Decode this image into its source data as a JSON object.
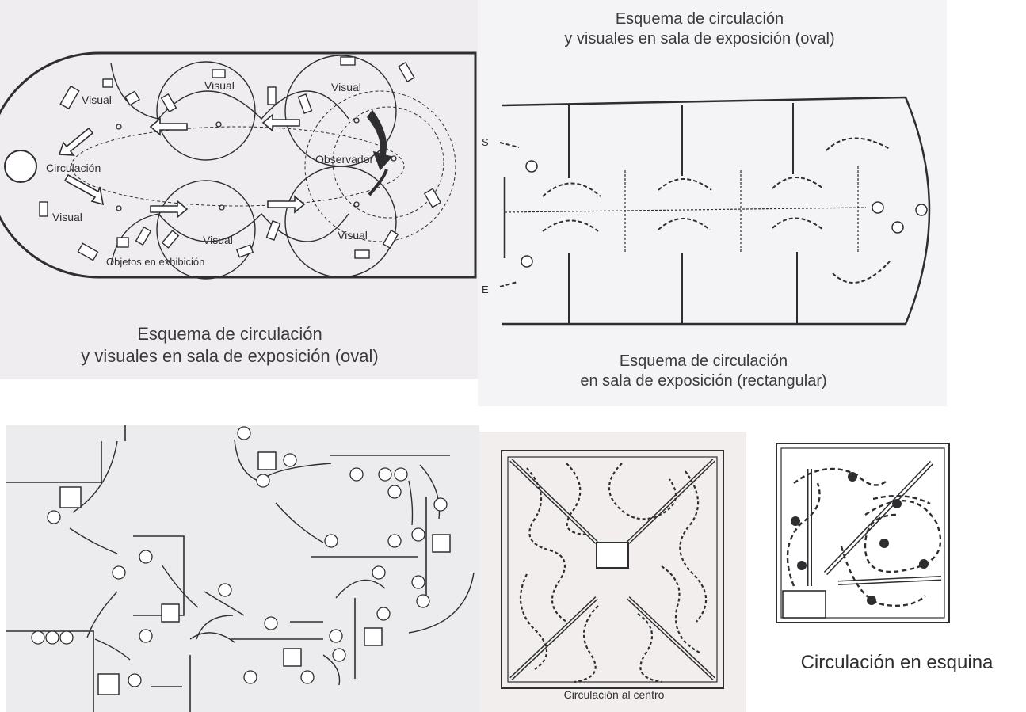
{
  "oval": {
    "labels": {
      "visual": "Visual",
      "circulacion": "Circulación",
      "observador": "Observador",
      "objetos": "Objetos en exhibición"
    },
    "caption_line1": "Esquema de circulación",
    "caption_line2": "y visuales en sala de exposición (oval)"
  },
  "rect": {
    "top_caption_line1": "Esquema de circulación",
    "top_caption_line2": "y visuales en sala de exposición (oval)",
    "exit_label": "S",
    "entry_label": "E",
    "caption_line1": "Esquema de circulación",
    "caption_line2": "en sala de exposición (rectangular)"
  },
  "center": {
    "caption": "Circulación al centro"
  },
  "corner": {
    "caption": "Circulación en esquina"
  },
  "colors": {
    "ink": "#2e2e30",
    "paper_oval": "#f0edf1",
    "paper_rect": "#f4f3f6",
    "paper_plan": "#ecebee"
  }
}
